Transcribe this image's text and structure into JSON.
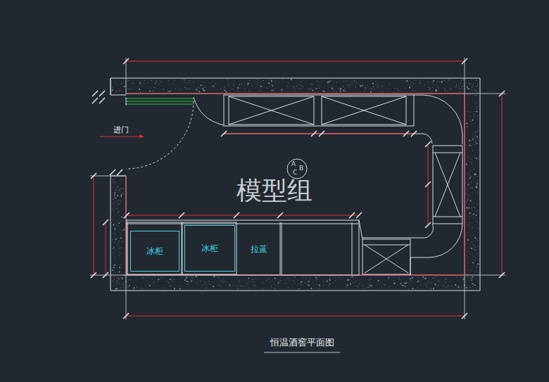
{
  "diagram": {
    "caption": "恒温酒窖平面图",
    "nodes": [
      {
        "text": [
          "冰柜"
        ]
      },
      {
        "text": [
          "冰柜"
        ]
      },
      {
        "text": [
          "拉蓝"
        ]
      },
      {
        "text": [
          "A",
          "B",
          "C"
        ]
      }
    ],
    "labels": [
      "进门",
      "模型组"
    ]
  }
}
